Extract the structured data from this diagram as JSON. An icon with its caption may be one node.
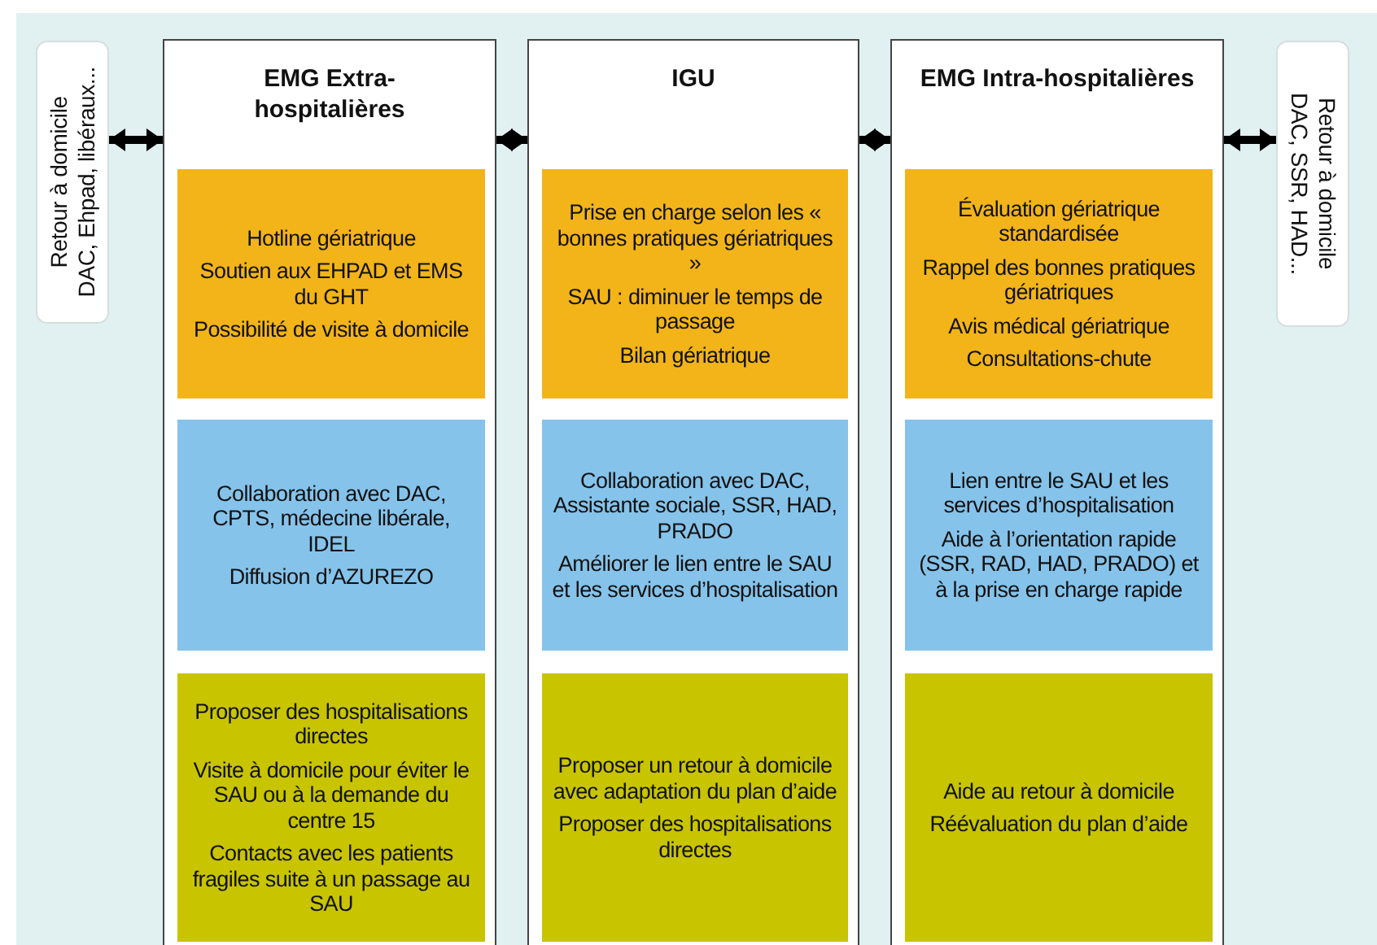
{
  "diagram": {
    "nodes": [
      {
        "text": [
          "Retour à domicile",
          "DAC, Ehpad, libéraux..."
        ]
      },
      {
        "text": [
          "EMG Extra-hospitalières"
        ]
      },
      {
        "text": [
          "Hotline gériatrique",
          "Soutien aux EHPAD et EMS du GHT",
          "Possibilité de visite à domicile"
        ],
        "in": 1
      },
      {
        "text": [
          "Collaboration avec DAC, CPTS, médecine libérale, IDEL",
          "Diffusion d’AZUREZO"
        ],
        "in": 1
      },
      {
        "text": [
          "Proposer des hospitalisations directes",
          "Visite à domicile pour éviter le SAU ou à la demande du centre 15",
          "Contacts avec les patients fragiles suite à un passage au SAU"
        ],
        "in": 1
      },
      {
        "text": [
          "IGU"
        ]
      },
      {
        "text": [
          "Prise en charge selon les « bonnes pratiques gériatriques »",
          "SAU : diminuer le temps de passage",
          "Bilan gériatrique"
        ],
        "in": 5
      },
      {
        "text": [
          "Collaboration avec DAC, Assistante sociale, SSR, HAD, PRADO",
          "Améliorer le lien entre le SAU et les services d’hospitalisation"
        ],
        "in": 5
      },
      {
        "text": [
          "Proposer un retour à domicile avec adaptation du plan d’aide",
          "Proposer des hospitalisations directes"
        ],
        "in": 5
      },
      {
        "text": [
          "EMG Intra-hospitalières"
        ]
      },
      {
        "text": [
          "Évaluation gériatrique standardisée",
          "Rappel des bonnes pratiques gériatriques",
          "Avis médical gériatrique",
          "Consultations-chute"
        ],
        "in": 9
      },
      {
        "text": [
          "Lien entre le SAU et les services d’hospitalisation",
          "Aide à l’orientation rapide (SSR, RAD, HAD, PRADO) et à la prise en charge rapide"
        ],
        "in": 9
      },
      {
        "text": [
          "Aide au retour à domicile",
          "Réévaluation du plan d’aide"
        ],
        "in": 9
      },
      {
        "text": [
          "Retour à domicile",
          "DAC, SSR, HAD..."
        ]
      }
    ],
    "edges": [
      {
        "from": 0,
        "to": 1,
        "arrow": "both"
      },
      {
        "from": 1,
        "to": 5,
        "arrow": "both"
      },
      {
        "from": 5,
        "to": 9,
        "arrow": "both"
      },
      {
        "from": 9,
        "to": 13,
        "arrow": "both"
      }
    ]
  }
}
